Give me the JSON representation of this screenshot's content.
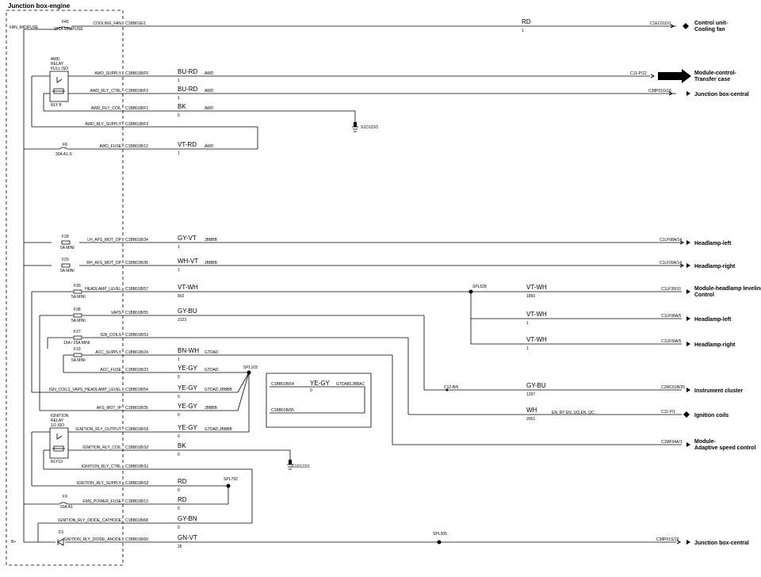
{
  "title": "Junction box-engine",
  "b_plus": "B+",
  "fuses": [
    {
      "id": "F45",
      "rating": "100A MIDIFUSE"
    },
    {
      "id": "F8",
      "rating": "30A A1-S"
    },
    {
      "id": "F28",
      "rating": "5A MINI"
    },
    {
      "id": "F29",
      "rating": "5A MINI"
    },
    {
      "id": "F39",
      "rating": "5A MINI"
    },
    {
      "id": "F38",
      "rating": "5A MINI"
    },
    {
      "id": "F37",
      "rating": "15A / 25A MINI"
    },
    {
      "id": "F19",
      "rating": "5A MINI"
    },
    {
      "id": "F9",
      "rating": "50A A1"
    }
  ],
  "fan_midifuse": "FAN_MIDIFUSE",
  "awd_relay": {
    "label1": "AWD",
    "label2": "RELAY",
    "label3": "FULL ISO",
    "id": "RLY 8"
  },
  "ign_relay": {
    "label1": "IGNITION",
    "label2": "RELAY",
    "label3": "1/2 ISO",
    "id": "RLY19"
  },
  "diode": "D1",
  "circuits": [
    {
      "signal": "COOLING_FAN",
      "pin": "C1BB01E/1",
      "color": "RD",
      "num": "1",
      "option": "",
      "far_pin": "C1EC01D/1",
      "dest1": "Control unit-",
      "dest2": "Cooling fan"
    },
    {
      "signal": "AWD_SUPPLY",
      "pin": "C1BB01B/F5",
      "color": "BU-RD",
      "num": "1",
      "option": "AWD",
      "far_pin": "C11-P/22",
      "dest1": "Module-control-",
      "dest2": "Transfer case"
    },
    {
      "signal": "AWD_RLY_CTRL",
      "pin": "C1BB01B/F2",
      "color": "BU-RD",
      "num": "1",
      "option": "AWD",
      "far_pin": "C38P01G/16",
      "dest1": "Junction box-central",
      "dest2": ""
    },
    {
      "signal": "AWD_RLY_COIL",
      "pin": "C1BB01B/F1",
      "color": "BK",
      "num": "0",
      "option": "AWD",
      "far_pin": "",
      "dest1": "",
      "dest2": ""
    },
    {
      "signal": "AWD_RLY_SUPPLY",
      "pin": "C1BB01B/F3",
      "color": "",
      "num": "",
      "option": "",
      "far_pin": "",
      "dest1": "",
      "dest2": ""
    },
    {
      "signal": "AWD_FUSE",
      "pin": "C1BB01B/12",
      "color": "VT-RD",
      "num": "1",
      "option": "AWD",
      "far_pin": "",
      "dest1": "",
      "dest2": ""
    },
    {
      "signal": "LH_AFS_MOT_OP",
      "pin": "C1BB01B/34",
      "color": "GY-VT",
      "num": "1",
      "option": "JBBBB",
      "far_pin": "C1LF08A/14",
      "dest1": "Headlamp-left",
      "dest2": ""
    },
    {
      "signal": "RH_AFS_MOT_OP",
      "pin": "C1BB01B/36",
      "color": "WH-VT",
      "num": "1",
      "option": "JBBBB",
      "far_pin": "C1LF09A/14",
      "dest1": "Headlamp-right",
      "dest2": ""
    },
    {
      "signal": "HEADLAMP_LEVEL",
      "pin": "C1BB01B/57",
      "color": "VT-WH",
      "num": "802",
      "option": "",
      "far_pin": "",
      "dest1": "",
      "dest2": ""
    },
    {
      "signal": "VAPS",
      "pin": "C1BB01B/55",
      "color": "GY-BU",
      "num": "2123",
      "option": "",
      "far_pin": "",
      "dest1": "",
      "dest2": ""
    },
    {
      "signal": "IGN_COILS",
      "pin": "C1BB01B/53",
      "color": "",
      "num": "",
      "option": "",
      "far_pin": "",
      "dest1": "",
      "dest2": ""
    },
    {
      "signal": "ACC_SUPPLY",
      "pin": "C1BB01B/24",
      "color": "BN-WH",
      "num": "1",
      "option": "GTDAD",
      "far_pin": "",
      "dest1": "",
      "dest2": ""
    },
    {
      "signal": "ACC_FUSE",
      "pin": "C1BB01B/23",
      "color": "YE-GY",
      "num": "0",
      "option": "GTDAD",
      "far_pin": "",
      "dest1": "",
      "dest2": ""
    },
    {
      "signal": "IGN_COILS_VAPS_HEADLAMP_LEVEL",
      "pin": "C1BB01B/54",
      "color": "YE-GY",
      "num": "0",
      "option": "GTDAD,JBBBB",
      "far_pin": "",
      "dest1": "",
      "dest2": ""
    },
    {
      "signal": "AFS_MOT_IP",
      "pin": "C1BB01B/35",
      "color": "YE-GY",
      "num": "0",
      "option": "JBBBB",
      "far_pin": "",
      "dest1": "",
      "dest2": ""
    },
    {
      "signal": "IGNITION_RLY_OUTPUT",
      "pin": "C1BB01B/S5",
      "color": "YE-GY",
      "num": "0",
      "option": "GTDAD,JBBBB",
      "far_pin": "",
      "dest1": "",
      "dest2": ""
    },
    {
      "signal": "IGNITION_RLY_COIL",
      "pin": "C1BB01B/S2",
      "color": "BK",
      "num": "0",
      "option": "",
      "far_pin": "",
      "dest1": "",
      "dest2": ""
    },
    {
      "signal": "IGNITION_RLY_CTRL",
      "pin": "C1BB01B/S1",
      "color": "",
      "num": "",
      "option": "",
      "far_pin": "",
      "dest1": "",
      "dest2": ""
    },
    {
      "signal": "IGNITION_RLY_SUPPLY",
      "pin": "C1BB01B/S3",
      "color": "RD",
      "num": "0",
      "option": "",
      "far_pin": "",
      "dest1": "",
      "dest2": ""
    },
    {
      "signal": "EMS_POWER_FUSE",
      "pin": "C1BB01B/13",
      "color": "RD",
      "num": "0",
      "option": "",
      "far_pin": "",
      "dest1": "",
      "dest2": ""
    },
    {
      "signal": "IGNITION_RLY_DIODE_CATHODE",
      "pin": "C1BB01B/68",
      "color": "GY-BN",
      "num": "0",
      "option": "",
      "far_pin": "",
      "dest1": "",
      "dest2": ""
    },
    {
      "signal": "IGNITION_RLY_DIODE_ANODE",
      "pin": "C1BB01B/69",
      "color": "GN-VT",
      "num": "26",
      "option": "",
      "far_pin": "C38P01S/16",
      "dest1": "Junction box-central",
      "dest2": ""
    }
  ],
  "right_branches": [
    {
      "color": "VT-WH",
      "num": "1850",
      "far_pin": "C1LF39/10",
      "dest1": "Module-headlamp leveling",
      "dest2": "Control"
    },
    {
      "color": "VT-WH",
      "num": "1",
      "far_pin": "C1LF08A/5",
      "dest1": "Headlamp-left",
      "dest2": ""
    },
    {
      "color": "VT-WH",
      "num": "1",
      "far_pin": "C1LF09A/5",
      "dest1": "Headlamp-right",
      "dest2": ""
    },
    {
      "color": "GY-BU",
      "num": "1297",
      "far_pin": "C2MC01B/25",
      "dest1": "Instrument cluster",
      "dest2": ""
    },
    {
      "color": "WH",
      "num": "2051",
      "far_pin": "C11-P/1",
      "dest1": "Ignition coils",
      "dest2": ""
    },
    {
      "color": "",
      "num": "",
      "far_pin": "C1MF04A/1",
      "dest1": "Module-",
      "dest2": "Adaptive speed control"
    }
  ],
  "splices": {
    "spl528": "SPL528",
    "spl103": "SPL103",
    "spl792": "SPL792",
    "spl305": "SPL305"
  },
  "inline_connector": "C12-B/6",
  "ign_coils_option": "EN_RY EN_UQ,EN_QC",
  "grounds": {
    "g1": "S1D123/1",
    "g2": "G1D123/1"
  },
  "inset": {
    "pin1": "C1BB01B/54",
    "pin2": "C1BB01B/55",
    "color": "YE-GY",
    "num": "0",
    "option": "GTDAB1JBBAC"
  }
}
